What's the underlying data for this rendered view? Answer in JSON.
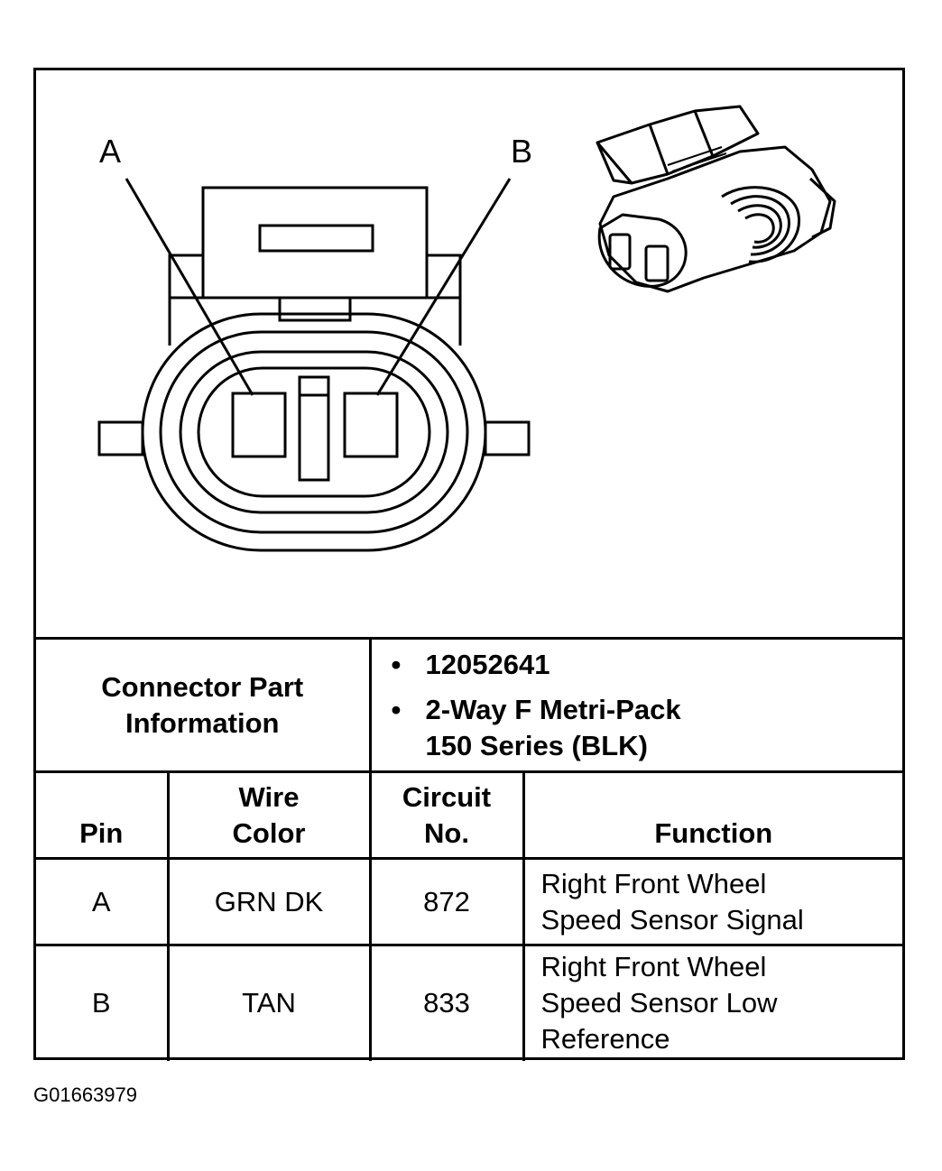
{
  "figure_id": "G01663979",
  "pin_labels": {
    "a": "A",
    "b": "B"
  },
  "connector_part_info": {
    "label_line1": "Connector Part",
    "label_line2": "Information",
    "bullet": "•",
    "part_number": "12052641",
    "description_line1": "2-Way F Metri-Pack",
    "description_line2": "150 Series (BLK)"
  },
  "table": {
    "headers": {
      "pin": "Pin",
      "wire_color_line1": "Wire",
      "wire_color_line2": "Color",
      "circuit_line1": "Circuit",
      "circuit_line2": "No.",
      "function": "Function"
    },
    "rows": [
      {
        "pin": "A",
        "wire_color": "GRN DK",
        "circuit": "872",
        "function_lines": [
          "Right Front Wheel",
          "Speed Sensor Signal"
        ]
      },
      {
        "pin": "B",
        "wire_color": "TAN",
        "circuit": "833",
        "function_lines": [
          "Right Front Wheel",
          "Speed Sensor Low",
          "Reference"
        ]
      }
    ]
  }
}
